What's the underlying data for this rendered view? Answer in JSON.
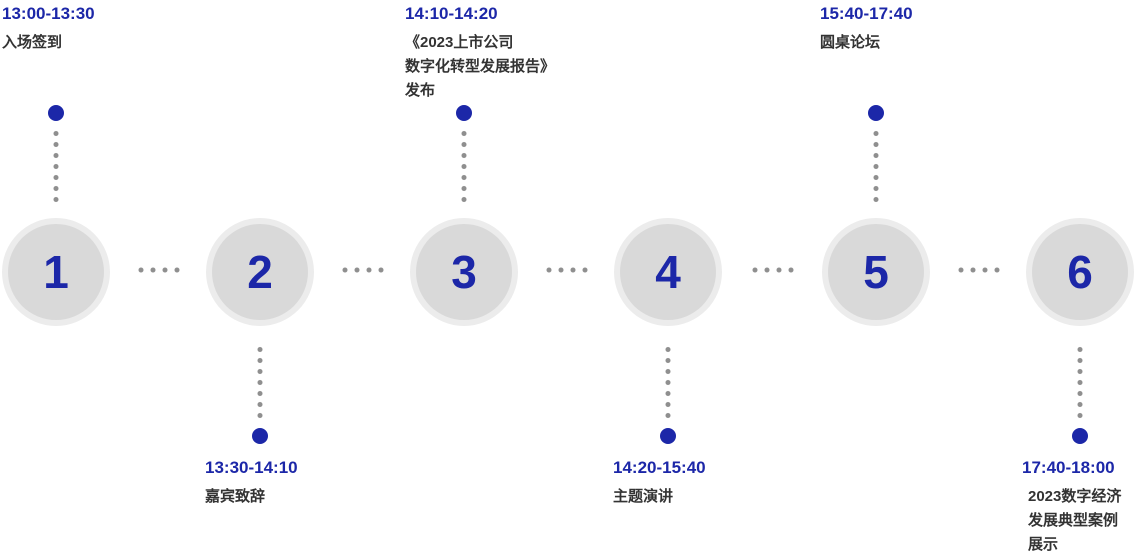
{
  "timeline": {
    "items": [
      {
        "number": "1",
        "time": "13:00-13:30",
        "position": "top",
        "lines": [
          "入场签到"
        ]
      },
      {
        "number": "2",
        "time": "13:30-14:10",
        "position": "bottom",
        "lines": [
          "嘉宾致辞"
        ]
      },
      {
        "number": "3",
        "time": "14:10-14:20",
        "position": "top",
        "lines": [
          "《2023上市公司",
          "数字化转型发展报告》",
          "发布"
        ]
      },
      {
        "number": "4",
        "time": "14:20-15:40",
        "position": "bottom",
        "lines": [
          "主题演讲"
        ]
      },
      {
        "number": "5",
        "time": "15:40-17:40",
        "position": "top",
        "lines": [
          "圆桌论坛"
        ]
      },
      {
        "number": "6",
        "time": "17:40-18:00",
        "position": "bottom",
        "lines": [
          "2023数字经济",
          "发展典型案例",
          "展示"
        ]
      }
    ],
    "colors": {
      "accent_blue": "#1c27a8",
      "circle_fill": "#d9d9d9",
      "circle_ring": "#ececec",
      "dot_gray": "#8f8f8f",
      "text_dark": "#333333"
    }
  }
}
